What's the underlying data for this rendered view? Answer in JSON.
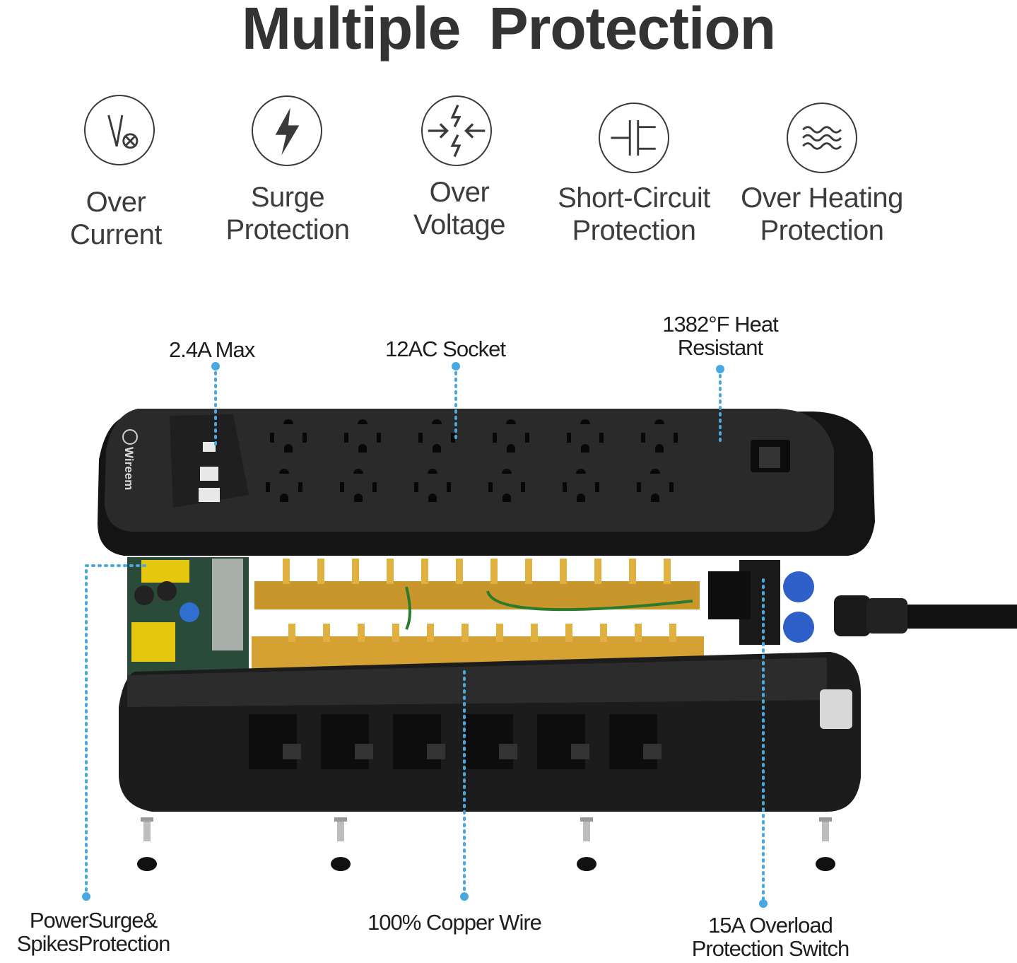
{
  "title": "Multiple Protection",
  "features": [
    {
      "icon": "over-current-icon",
      "line1": "Over",
      "line2": "Current"
    },
    {
      "icon": "surge-bolt-icon",
      "line1": "Surge",
      "line2": "Protection"
    },
    {
      "icon": "over-voltage-icon",
      "line1": "Over",
      "line2": "Voltage"
    },
    {
      "icon": "short-circuit-icon",
      "line1": "Short-Circuit",
      "line2": "Protection"
    },
    {
      "icon": "over-heating-icon",
      "line1": "Over Heating",
      "line2": "Protection"
    }
  ],
  "callouts": {
    "usb_max": "2.4A Max",
    "ac_socket": "12AC Socket",
    "heat_line1": "1382°F Heat",
    "heat_line2": "Resistant",
    "surge_line1": "PowerSurge&",
    "surge_line2": "SpikesProtection",
    "copper": "100% Copper Wire",
    "switch_line1": "15A Overload",
    "switch_line2": "Protection Switch"
  },
  "product": {
    "brand": "Wireem",
    "outlet_count": 12
  },
  "colors": {
    "accent_dot": "#4aa8e0",
    "housing": "#1b1b1b",
    "copper_bus": "#c9962b"
  }
}
